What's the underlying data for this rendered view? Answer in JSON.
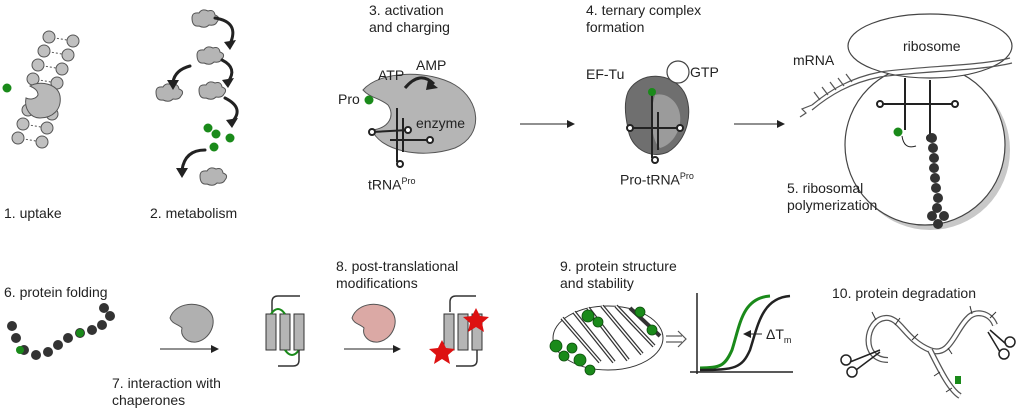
{
  "steps": {
    "s1": "1. uptake",
    "s2": "2. metabolism",
    "s3_l1": "3. activation",
    "s3_l2": "and charging",
    "s4_l1": "4. ternary complex",
    "s4_l2": "formation",
    "s5_l1": "5. ribosomal",
    "s5_l2": "polymerization",
    "s6": "6. protein folding",
    "s7_l1": "7. interaction with",
    "s7_l2": "chaperones",
    "s8_l1": "8. post-translational",
    "s8_l2": "modifications",
    "s9_l1": "9. protein structure",
    "s9_l2": "and stability",
    "s10": "10. protein degradation"
  },
  "labels": {
    "pro": "Pro",
    "atp": "ATP",
    "amp": "AMP",
    "enzyme": "enzyme",
    "trna": "tRNA",
    "trna_sup": "Pro",
    "eftu": "EF-Tu",
    "gtp": "GTP",
    "protrna": "Pro-tRNA",
    "protrna_sup": "Pro",
    "mrna": "mRNA",
    "ribosome": "ribosome",
    "delta_tm": "ΔT",
    "delta_tm_sub": "m"
  },
  "colors": {
    "green": "#1a8a1a",
    "gray": "#b3b3b3",
    "darkgray": "#707070",
    "bead": "#333333",
    "red": "#dd1111",
    "pink": "#dba9a5"
  },
  "icons": [
    "membrane-icon",
    "transporter-icon",
    "metabolite-cloud-icon",
    "proline-dot-icon",
    "enzyme-icon",
    "trna-icon",
    "ef-tu-icon",
    "gtp-icon",
    "ribosome-icon",
    "mrna-icon",
    "peptide-chain-icon",
    "chaperone-icon",
    "helix-bundle-icon",
    "modification-star-icon",
    "beta-barrel-icon",
    "melting-curve-icon",
    "scissors-icon",
    "arrow-icon"
  ]
}
